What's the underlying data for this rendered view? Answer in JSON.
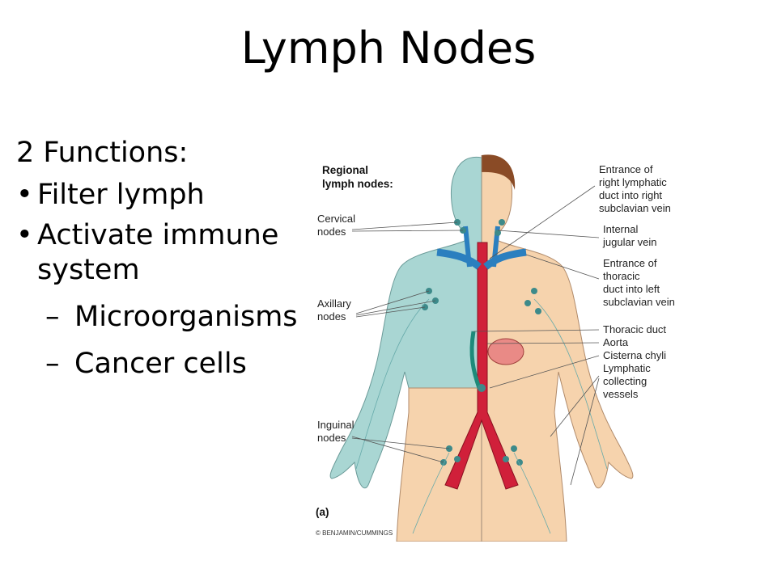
{
  "slide": {
    "title": "Lymph Nodes",
    "heading": "2 Functions:",
    "bullets": [
      "Filter lymph",
      "Activate immune system"
    ],
    "sub_bullets": [
      "Microorganisms",
      "Cancer cells"
    ]
  },
  "figure": {
    "header_line1": "Regional",
    "header_line2": "lymph nodes:",
    "left_labels": {
      "cervical_1": "Cervical",
      "cervical_2": "nodes",
      "axillary_1": "Axillary",
      "axillary_2": "nodes",
      "inguinal_1": "Inguinal",
      "inguinal_2": "nodes"
    },
    "right_labels": {
      "entrance_right_1": "Entrance of",
      "entrance_right_2": "right lymphatic",
      "entrance_right_3": "duct into right",
      "entrance_right_4": "subclavian vein",
      "jugular_1": "Internal",
      "jugular_2": "jugular vein",
      "entrance_left_1": "Entrance of",
      "entrance_left_2": "thoracic",
      "entrance_left_3": "duct into left",
      "entrance_left_4": "subclavian vein",
      "thoracic_duct": "Thoracic duct",
      "aorta": "Aorta",
      "cisterna": "Cisterna chyli",
      "lymphatic_1": "Lymphatic",
      "lymphatic_2": "collecting",
      "lymphatic_3": "vessels"
    },
    "panel_label": "(a)",
    "credit": "© BENJAMIN/CUMMINGS"
  },
  "colors": {
    "skin": "#f6d3ad",
    "lymph_region": "#a9d6d3",
    "vessel": "#d0203a",
    "vein": "#2b7fbf",
    "node": "#3d8a8a"
  }
}
